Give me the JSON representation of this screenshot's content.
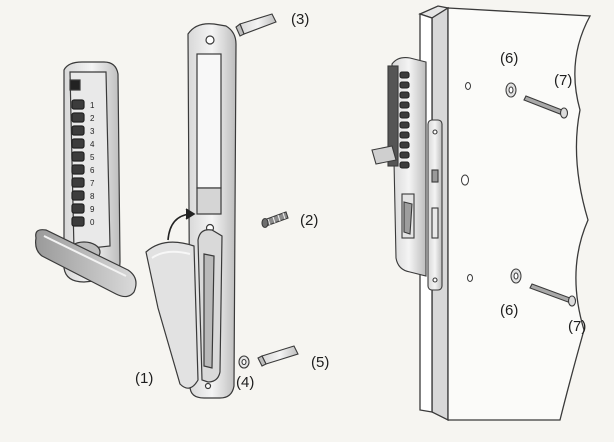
{
  "labels": {
    "l1": "(1)",
    "l2": "(2)",
    "l3": "(3)",
    "l4": "(4)",
    "l5": "(5)",
    "l6a": "(6)",
    "l6b": "(6)",
    "l7a": "(7)",
    "l7b": "(7)"
  },
  "keypad_glyphs": [
    "1",
    "2",
    "3",
    "4",
    "5",
    "6",
    "7",
    "8",
    "9",
    "0"
  ],
  "colors": {
    "line": "#3a3a3a",
    "paper": "#f6f5f1",
    "metal_light": "#ececec",
    "metal_mid": "#c9c9c9",
    "metal_dark": "#8a8a8a"
  }
}
